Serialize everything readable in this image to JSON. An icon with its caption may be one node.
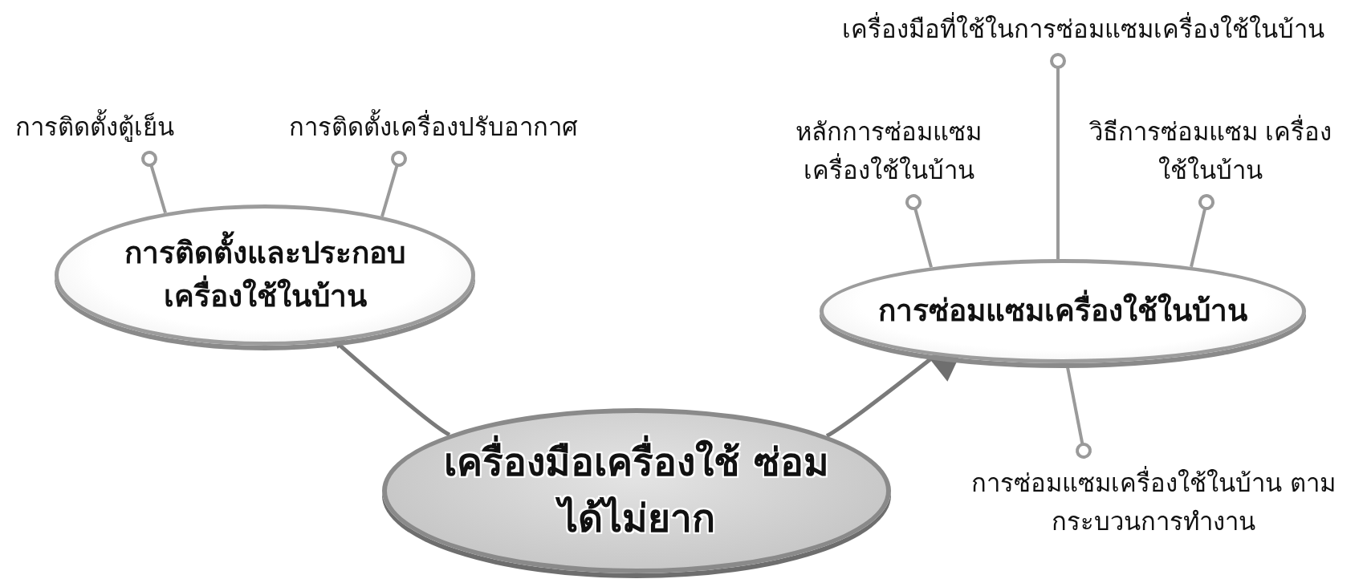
{
  "diagram": {
    "nodes": [
      {
        "text": [
          "เครื่องมือเครื่องใช้ ซ่อมได้ไม่ยาก"
        ]
      },
      {
        "text": [
          "การติดตั้งและประกอบ เครื่องใช้ในบ้าน"
        ]
      },
      {
        "text": [
          "การซ่อมแซมเครื่องใช้ในบ้าน"
        ]
      },
      {
        "text": [
          "การติดตั้งตู้เย็น"
        ]
      },
      {
        "text": [
          "การติดตั้งเครื่องปรับอากาศ"
        ]
      },
      {
        "text": [
          "เครื่องมือที่ใช้ในการซ่อมแซมเครื่องใช้ในบ้าน"
        ]
      },
      {
        "text": [
          "หลักการซ่อมแซม เครื่องใช้ในบ้าน"
        ]
      },
      {
        "text": [
          "วิธีการซ่อมแซม เครื่องใช้ในบ้าน"
        ]
      },
      {
        "text": [
          "การซ่อมแซมเครื่องใช้ในบ้าน ตามกระบวนการทำงาน"
        ]
      }
    ],
    "edges": [
      {
        "from": 0,
        "to": 1,
        "arrow": "to"
      },
      {
        "from": 0,
        "to": 2,
        "arrow": "to"
      },
      {
        "from": 1,
        "to": 3,
        "arrow": "other"
      },
      {
        "from": 1,
        "to": 4,
        "arrow": "other"
      },
      {
        "from": 2,
        "to": 5,
        "arrow": "other"
      },
      {
        "from": 2,
        "to": 6,
        "arrow": "other"
      },
      {
        "from": 2,
        "to": 7,
        "arrow": "other"
      },
      {
        "from": 2,
        "to": 8,
        "arrow": "other"
      }
    ]
  }
}
